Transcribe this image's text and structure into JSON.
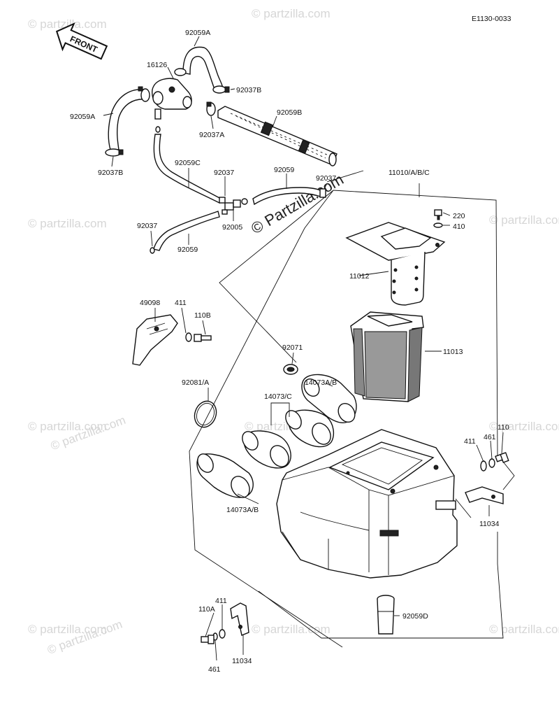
{
  "diagram_code": "E1130-0033",
  "front_arrow_label": "FRONT",
  "watermark": "© Partzilla.com",
  "watermark_small": "© partzilla.com",
  "labels": {
    "p92059A_top": "92059A",
    "p16126": "16126",
    "p92037B_top": "92037B",
    "p92059A_left": "92059A",
    "p92059B": "92059B",
    "p92037A": "92037A",
    "p92037B_left": "92037B",
    "p92059C": "92059C",
    "p92037_mid": "92037",
    "p92059_mid": "92059",
    "p92037_right": "92037",
    "p11010": "11010/A/B/C",
    "p92005": "92005",
    "p92037_low": "92037",
    "p92059_low": "92059",
    "p220": "220",
    "p410": "410",
    "p11012": "11012",
    "p49098": "49098",
    "p411_top": "411",
    "p110B": "110B",
    "p11013": "11013",
    "p92071": "92071",
    "p14073AB_top": "14073A/B",
    "p92081A": "92081/A",
    "p14073C": "14073/C",
    "p110_right": "110",
    "p411_right": "411",
    "p461_right": "461",
    "p14073AB_low": "14073A/B",
    "p11034_right": "11034",
    "p411_low": "411",
    "p110A": "110A",
    "p92059D": "92059D",
    "p461_low": "461",
    "p11034_low": "11034"
  }
}
